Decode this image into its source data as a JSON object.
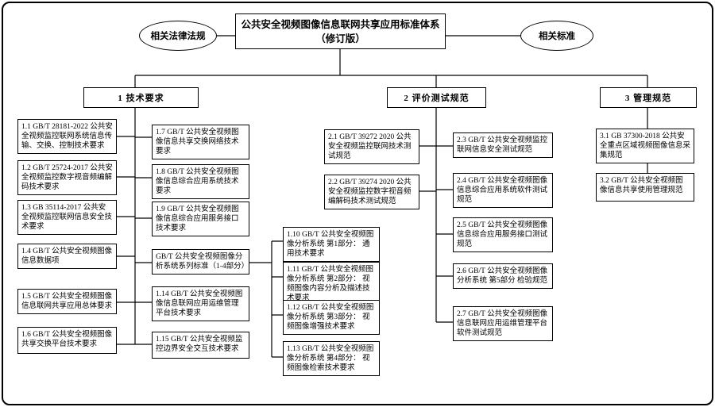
{
  "diagram": {
    "left_ellipse": "相关法律法规",
    "right_ellipse": "相关标准",
    "title_line1": "公共安全视频图像信息联网共享应用标准体系",
    "title_line2": "（修订版）",
    "branch1_label": "1 技术要求",
    "branch2_label": "2 评价测试规范",
    "branch3_label": "3 管理规范"
  },
  "nodes": {
    "n1_1": "1.1 GB/T 28181-2022 公共安全视频监控联网系统信息传输、交换、控制技术要求",
    "n1_2": "1.2 GB/T 25724-2017 公共安全视频监控数字视音频编解码技术要求",
    "n1_3": "1.3 GB 35114-2017 公共安全视频监控联网信息安全技术要求",
    "n1_4": "1.4 GB/T 公共安全视频图像信息数据项",
    "n1_5": "1.5 GB/T 公共安全视频图像信息联网共享应用总体要求",
    "n1_6": "1.6 GB/T 公共安全视频图像共享交换平台技术要求",
    "n1_7": "1.7 GB/T 公共安全视频图像信息共享交换网络技术要求",
    "n1_8": "1.8 GB/T 公共安全视频图像信息综合应用系统技术要求",
    "n1_9": "1.9 GB/T 公共安全视频图像信息综合应用服务接口技术要求",
    "n1_series": "GB/T 公共安全视频图像分析系统系列标准（1-4部分）",
    "n1_10": "1.10 GB/T 公共安全视频图像分析系统 第1部分： 通用技术要求",
    "n1_11": "1.11 GB/T 公共安全视频图像分析系统 第2部分： 视频图像内容分析及描述技术要求",
    "n1_12": "1.12 GB/T 公共安全视频图像分析系统 第3部分： 视频图像增强技术要求",
    "n1_13": "1.13 GB/T 公共安全视频图像分析系统 第4部分： 视频图像检索技术要求",
    "n1_14": "1.14 GB/T 公共安全视频图像信息联网应用运维管理平台技术要求",
    "n1_15": "1.15 GB/T 公共安全视频监控边界安全交互技术要求",
    "n2_1": "2.1 GB/T 39272 2020 公共安全视频监控联网技术测试规范",
    "n2_2": "2.2 GB/T 39274 2020 公共安全视频监控数字视音频编解码技术测试规范",
    "n2_3": "2.3 GB/T 公共安全视频监控联网信息安全测试规范",
    "n2_4": "2.4 GB/T 公共安全视频图像信息综合应用系统软件测试规范",
    "n2_5": "2.5 GB/T 公共安全视频图像信息综合应用服务接口测试规范",
    "n2_6": "2.6 GB/T 公共安全视频图像分析系统 第5部分 检验规范",
    "n2_7": "2.7 GB/T 公共安全视频图像信息联网应用运维管理平台软件测试规范",
    "n3_1": "3.1 GB 37300-2018 公共安全重点区域视频图像信息采集规范",
    "n3_2": "3.2 GB/T 公共安全视频图像信息共享使用管理规范"
  }
}
